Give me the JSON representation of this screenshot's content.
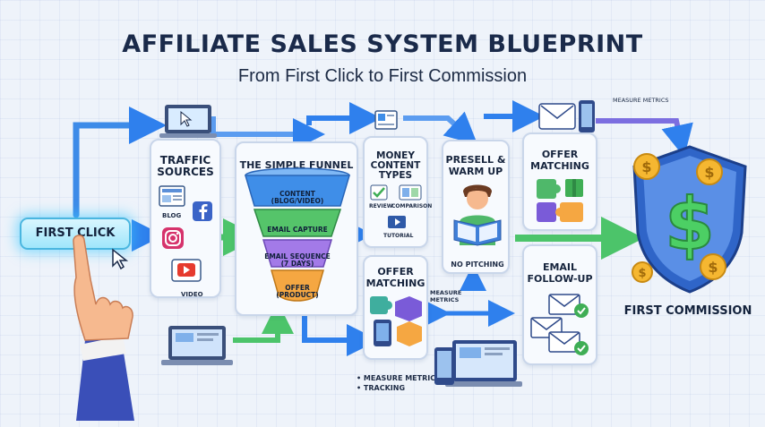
{
  "header": {
    "title": "AFFILIATE SALES SYSTEM BLUEPRINT",
    "subtitle": "From First Click to First Commission"
  },
  "start": {
    "label": "FIRST CLICK"
  },
  "traffic": {
    "title": "TRAFFIC SOURCES",
    "items": [
      "BLOG",
      "VIDEO"
    ]
  },
  "funnel": {
    "title": "THE SIMPLE FUNNEL",
    "stages": [
      "CONTENT (BLOG/VIDEO)",
      "EMAIL CAPTURE",
      "EMAIL SEQUENCE (7 DAYS)",
      "OFFER (PRODUCT)"
    ]
  },
  "content_types": {
    "title": "MONEY CONTENT TYPES",
    "items": [
      "REVIEW",
      "COMPARISON",
      "TUTORIAL"
    ]
  },
  "offer_matching_left": {
    "title": "OFFER MATCHING",
    "note": "MEASURE METRICS"
  },
  "presell": {
    "title": "PRESELL & WARM UP",
    "note": "NO PITCHING"
  },
  "offer_matching_right": {
    "title": "OFFER MATCHING"
  },
  "email_followup": {
    "title": "EMAIL FOLLOW-UP"
  },
  "measure_top": "MEASURE METRICS",
  "bullets": [
    "MEASURE METRICS",
    "TRACKING"
  ],
  "commission": {
    "label": "FIRST COMMISSION"
  },
  "colors": {
    "accent_blue": "#2f80ed",
    "funnel_top": "#3f8ee8",
    "funnel_green": "#55c46a",
    "funnel_purple": "#a37ae8",
    "funnel_orange": "#f5a742",
    "shield": "#2f65c8",
    "dollar": "#4ccf64",
    "coin": "#f5b731"
  }
}
